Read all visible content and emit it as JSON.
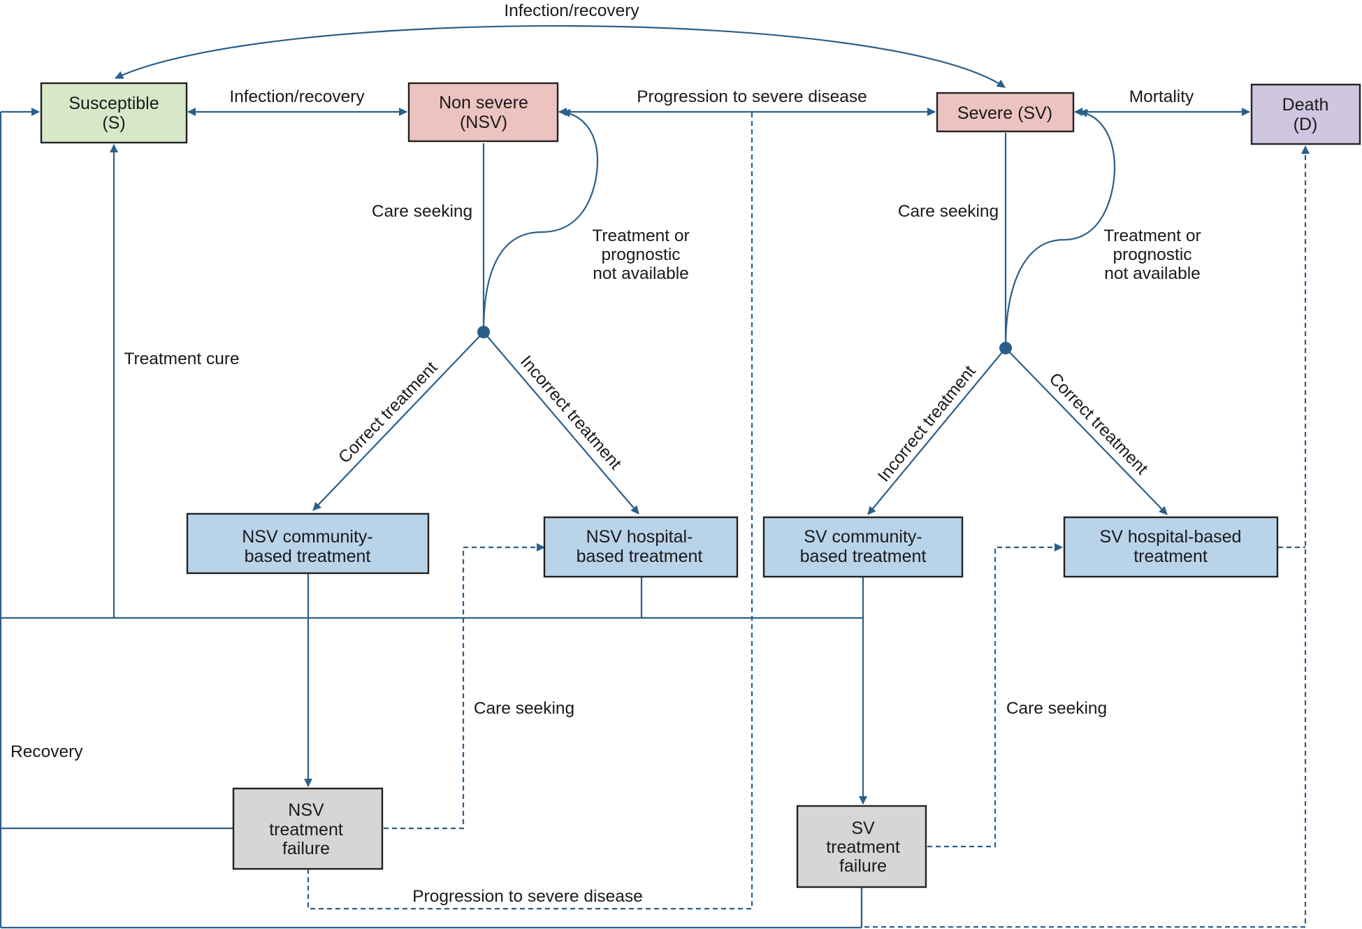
{
  "colors": {
    "edge": "#2b5f8a",
    "susceptible_fill": "#d6e8c8",
    "disease_fill": "#ecc3c0",
    "death_fill": "#cfc7df",
    "treatment_fill": "#b9d3e9",
    "failure_fill": "#d6d6d6",
    "box_border": "#222222"
  },
  "nodes": {
    "susceptible": [
      "Susceptible",
      "(S)"
    ],
    "non_severe": [
      "Non severe",
      "(NSV)"
    ],
    "severe": [
      "Severe (SV)"
    ],
    "death": [
      "Death",
      "(D)"
    ],
    "nsv_community": [
      "NSV community-",
      "based treatment"
    ],
    "nsv_hospital": [
      "NSV hospital-",
      "based treatment"
    ],
    "sv_community": [
      "SV community-",
      "based treatment"
    ],
    "sv_hospital": [
      "SV hospital-based",
      "treatment"
    ],
    "nsv_failure": [
      "NSV",
      "treatment",
      "failure"
    ],
    "sv_failure": [
      "SV",
      "treatment",
      "failure"
    ]
  },
  "labels": {
    "infection_recovery_top": "Infection/recovery",
    "infection_recovery": "Infection/recovery",
    "progression_top": "Progression to severe disease",
    "mortality": "Mortality",
    "care_seeking_nsv": "Care seeking",
    "care_seeking_sv": "Care seeking",
    "not_available_nsv": [
      "Treatment or",
      "prognostic",
      "not available"
    ],
    "not_available_sv": [
      "Treatment or",
      "prognostic",
      "not available"
    ],
    "treatment_cure": "Treatment cure",
    "correct_treatment_nsv": "Correct treatment",
    "incorrect_treatment_nsv": "Incorrect treatment",
    "incorrect_treatment_sv": "Incorrect treatment",
    "correct_treatment_sv": "Correct treatment",
    "care_seeking_nsv_failure": "Care seeking",
    "care_seeking_sv_failure": "Care seeking",
    "recovery": "Recovery",
    "progression_bottom": "Progression to severe disease"
  }
}
